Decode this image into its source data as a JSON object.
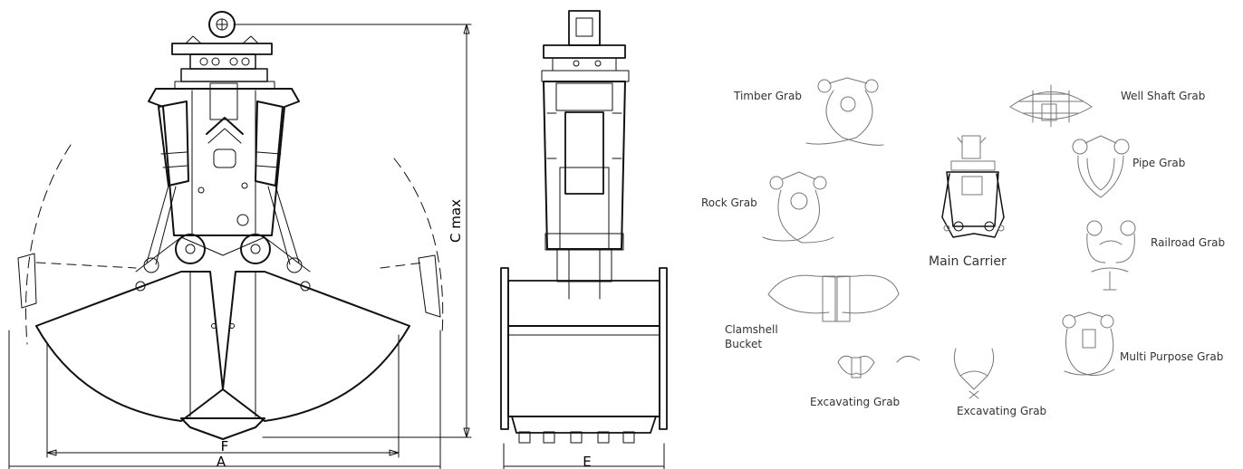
{
  "dimensions": {
    "a": "A",
    "c_max": "C max",
    "e": "E",
    "f": "F"
  },
  "center": "Main Carrier",
  "attachments": {
    "timber": "Timber Grab",
    "well_shaft": "Well Shaft Grab",
    "pipe": "Pipe Grab",
    "rock": "Rock Grab",
    "railroad": "Railroad Grab",
    "clamshell_line1": "Clamshell",
    "clamshell_line2": "Bucket",
    "multi_purpose": "Multi Purpose Grab",
    "excavating_left": "Excavating Grab",
    "excavating_right": "Excavating Grab"
  }
}
